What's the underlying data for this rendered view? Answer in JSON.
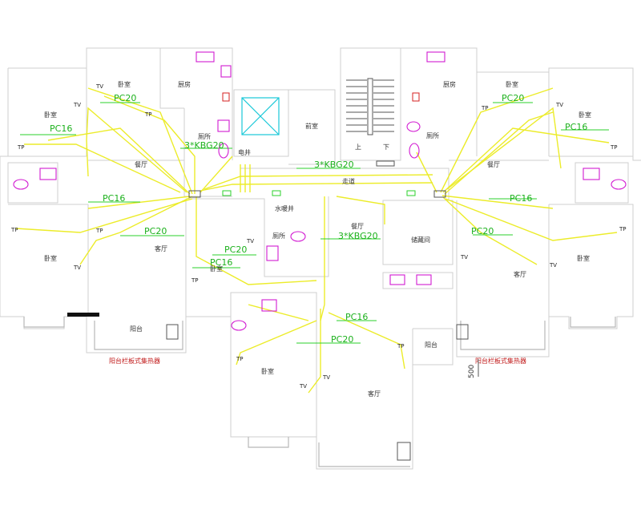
{
  "colors": {
    "background": "#ffffff",
    "walls": "#cfcfcf",
    "conduit": "#ecec2a",
    "pipe_label": "#1db11d",
    "fixtures": "#d21bd2",
    "elevator": "#19c8d8",
    "note": "#c01818"
  },
  "rooms": [
    {
      "id": "bed-l1",
      "label": "卧室"
    },
    {
      "id": "bed-l2",
      "label": "卧室"
    },
    {
      "id": "kit-l",
      "label": "厨房"
    },
    {
      "id": "wc-l",
      "label": "厕所"
    },
    {
      "id": "din-l",
      "label": "餐厅"
    },
    {
      "id": "bed-l3",
      "label": "卧室"
    },
    {
      "id": "liv-l",
      "label": "客厅"
    },
    {
      "id": "bal-l",
      "label": "阳台"
    },
    {
      "id": "lobby",
      "label": "前室"
    },
    {
      "id": "shaft",
      "label": "电井"
    },
    {
      "id": "up",
      "label": "上"
    },
    {
      "id": "down",
      "label": "下"
    },
    {
      "id": "corr",
      "label": "走道"
    },
    {
      "id": "water",
      "label": "水暖井"
    },
    {
      "id": "wc-c",
      "label": "厕所"
    },
    {
      "id": "bed-c1",
      "label": "卧室"
    },
    {
      "id": "din-c",
      "label": "餐厅"
    },
    {
      "id": "store",
      "label": "储藏间"
    },
    {
      "id": "bal-c",
      "label": "阳台"
    },
    {
      "id": "bed-c2",
      "label": "卧室"
    },
    {
      "id": "liv-c",
      "label": "客厅"
    },
    {
      "id": "bed-r1",
      "label": "卧室"
    },
    {
      "id": "kit-r",
      "label": "厨房"
    },
    {
      "id": "bed-r2",
      "label": "卧室"
    },
    {
      "id": "wc-r",
      "label": "厕所"
    },
    {
      "id": "din-r",
      "label": "餐厅"
    },
    {
      "id": "liv-r",
      "label": "客厅"
    },
    {
      "id": "bed-r3",
      "label": "卧室"
    }
  ],
  "pipe_labels": [
    {
      "id": "p1",
      "text": "PC20"
    },
    {
      "id": "p2",
      "text": "PC16"
    },
    {
      "id": "p3",
      "text": "3*KBG20"
    },
    {
      "id": "p4",
      "text": "3*KBG20"
    },
    {
      "id": "p5",
      "text": "PC20"
    },
    {
      "id": "p6",
      "text": "PC16"
    },
    {
      "id": "p7",
      "text": "PC16"
    },
    {
      "id": "p8",
      "text": "PC20"
    },
    {
      "id": "p9",
      "text": "PC20"
    },
    {
      "id": "p10",
      "text": "PC16"
    },
    {
      "id": "p11",
      "text": "3*KBG20"
    },
    {
      "id": "p12",
      "text": "PC16"
    },
    {
      "id": "p13",
      "text": "PC20"
    },
    {
      "id": "p14",
      "text": "PC16"
    },
    {
      "id": "p15",
      "text": "PC20"
    }
  ],
  "outlets": {
    "tv": "TV",
    "tp": "TP"
  },
  "notes": [
    {
      "id": "n1",
      "text": "阳台栏板式集热器"
    },
    {
      "id": "n2",
      "text": "阳台栏板式集热器"
    }
  ],
  "dimension": "500"
}
